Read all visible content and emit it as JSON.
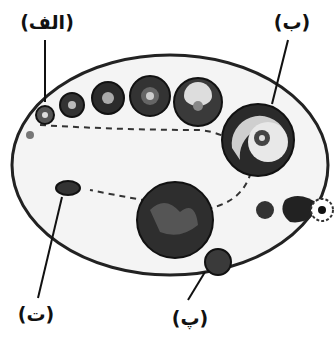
{
  "diagram": {
    "labels": [
      "(الف)",
      "(ب)",
      "(پ)",
      "(ت)"
    ]
  }
}
